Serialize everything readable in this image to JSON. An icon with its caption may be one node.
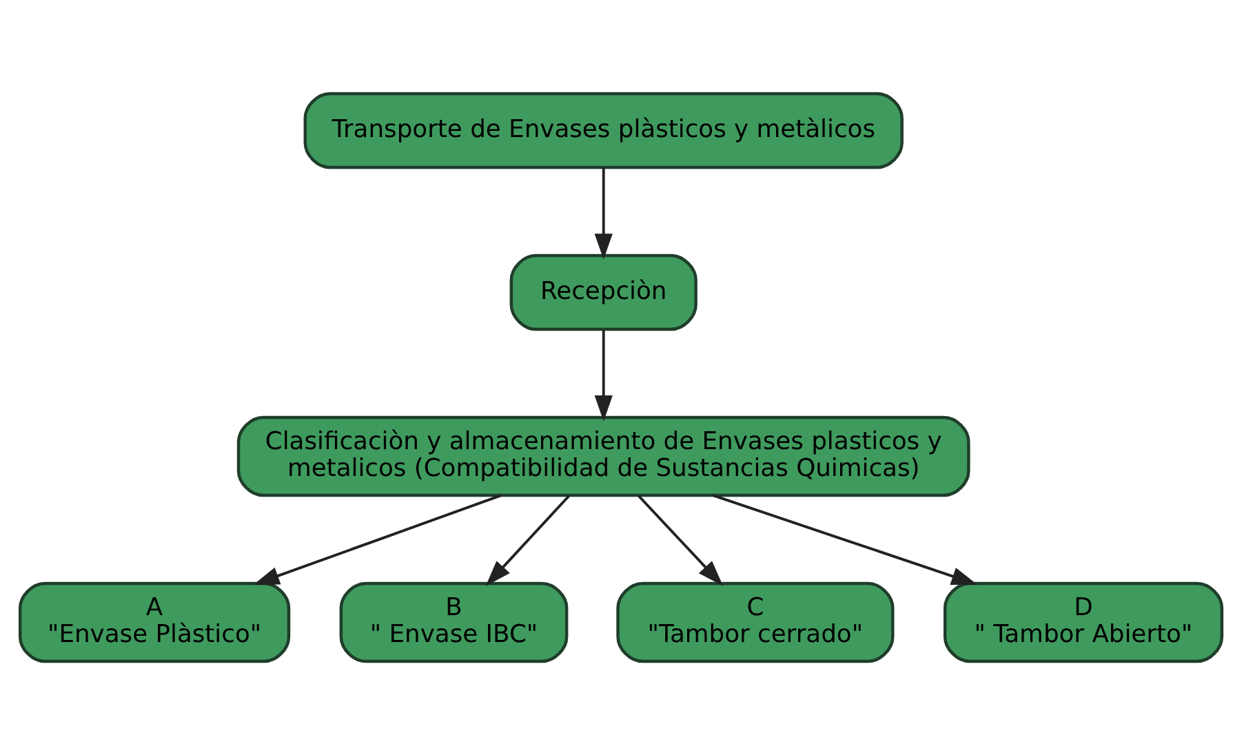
{
  "diagram": {
    "nodes": [
      {
        "text": [
          "Transporte de Envases plàsticos y metàlicos"
        ]
      },
      {
        "text": [
          "Recepciòn"
        ]
      },
      {
        "text": [
          "Clasificaciòn y almacenamiento de Envases plasticos y metalicos (Compatibilidad de Sustancias Quimicas)"
        ]
      },
      {
        "text": [
          "A",
          "\"Envase Plàstico\""
        ]
      },
      {
        "text": [
          "B",
          "\" Envase IBC\""
        ]
      },
      {
        "text": [
          "C",
          "\"Tambor cerrado\""
        ]
      },
      {
        "text": [
          "D",
          "\" Tambor Abierto\""
        ]
      }
    ],
    "edges": [
      {
        "from": 0,
        "to": 1,
        "arrow": "to"
      },
      {
        "from": 1,
        "to": 2,
        "arrow": "to"
      },
      {
        "from": 2,
        "to": 3,
        "arrow": "to"
      },
      {
        "from": 2,
        "to": 4,
        "arrow": "to"
      },
      {
        "from": 2,
        "to": 5,
        "arrow": "to"
      },
      {
        "from": 2,
        "to": 6,
        "arrow": "to"
      }
    ]
  }
}
